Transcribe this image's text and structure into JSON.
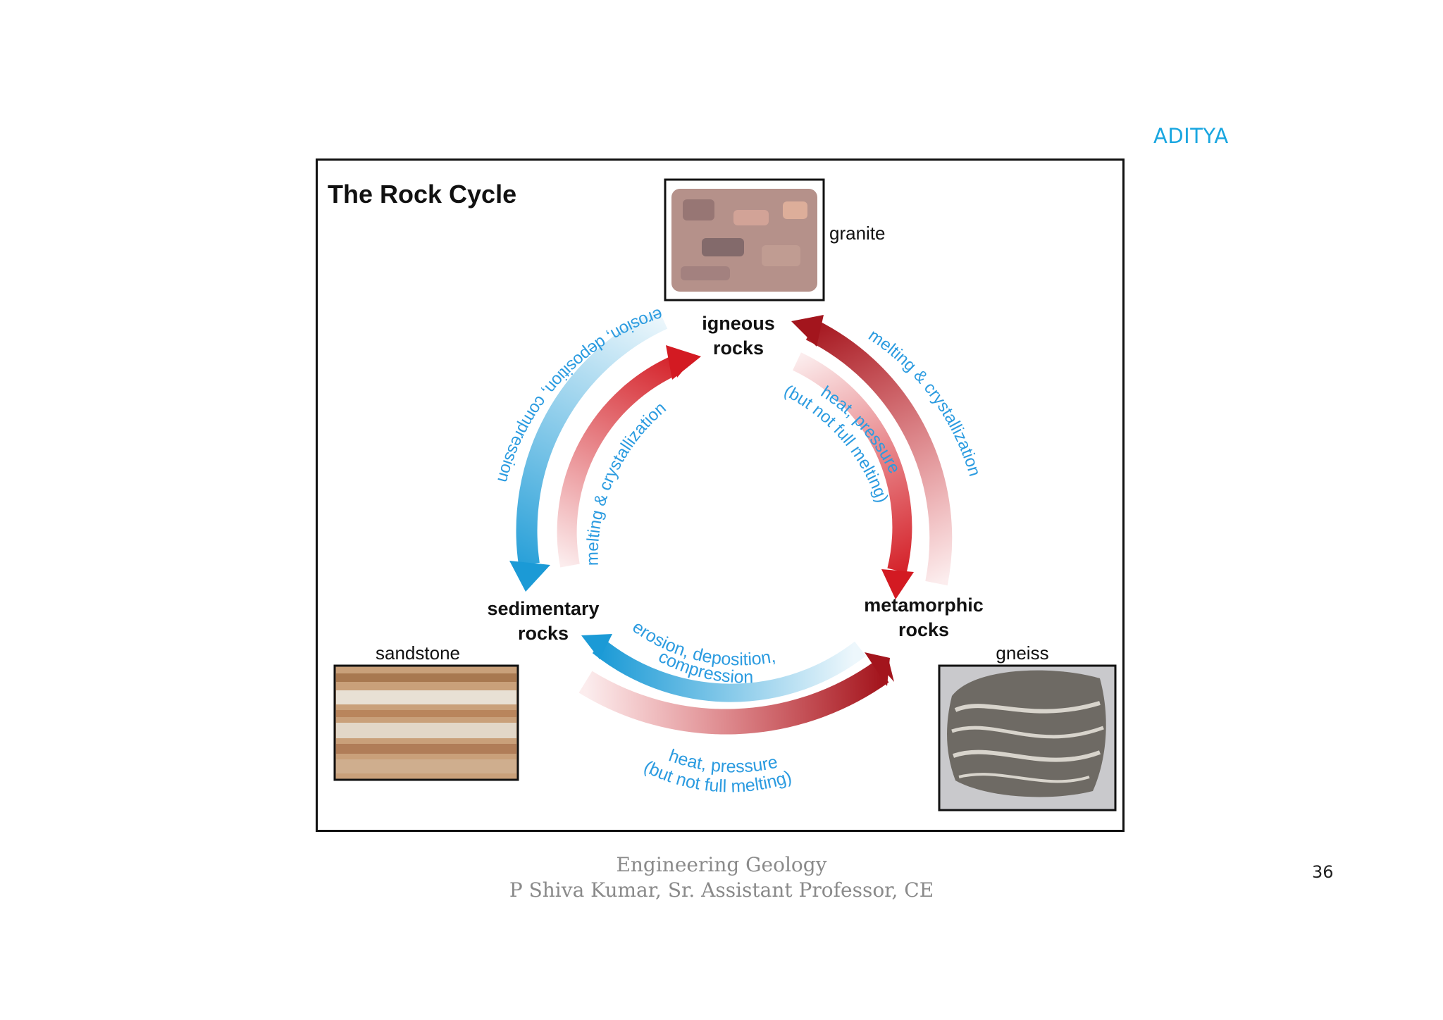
{
  "brand": {
    "name": "ADITYA",
    "color": "#19a6e0"
  },
  "diagram": {
    "title": "The Rock Cycle",
    "nodes": {
      "igneous": {
        "line1": "igneous",
        "line2": "rocks"
      },
      "sedimentary": {
        "line1": "sedimentary",
        "line2": "rocks"
      },
      "metamorphic": {
        "line1": "metamorphic",
        "line2": "rocks"
      }
    },
    "samples": {
      "granite": "granite",
      "sandstone": "sandstone",
      "gneiss": "gneiss"
    },
    "processes": {
      "ign_to_sed": "erosion, deposition, compression",
      "sed_to_ign": "melting & crystallization",
      "met_to_ign": "melting & crystallization",
      "ign_to_met_line1": "heat, pressure",
      "ign_to_met_line2": "(but not full melting)",
      "met_to_sed_line1": "erosion, deposition,",
      "met_to_sed_line2": "compression",
      "sed_to_met_line1": "heat, pressure",
      "sed_to_met_line2": "(but not full melting)"
    },
    "colors": {
      "blue": "#1b9ad6",
      "red": "#d31a22",
      "darkred": "#a3151d"
    }
  },
  "footer": {
    "course": "Engineering Geology",
    "author": "P Shiva Kumar, Sr. Assistant  Professor, CE"
  },
  "page_number": "36"
}
